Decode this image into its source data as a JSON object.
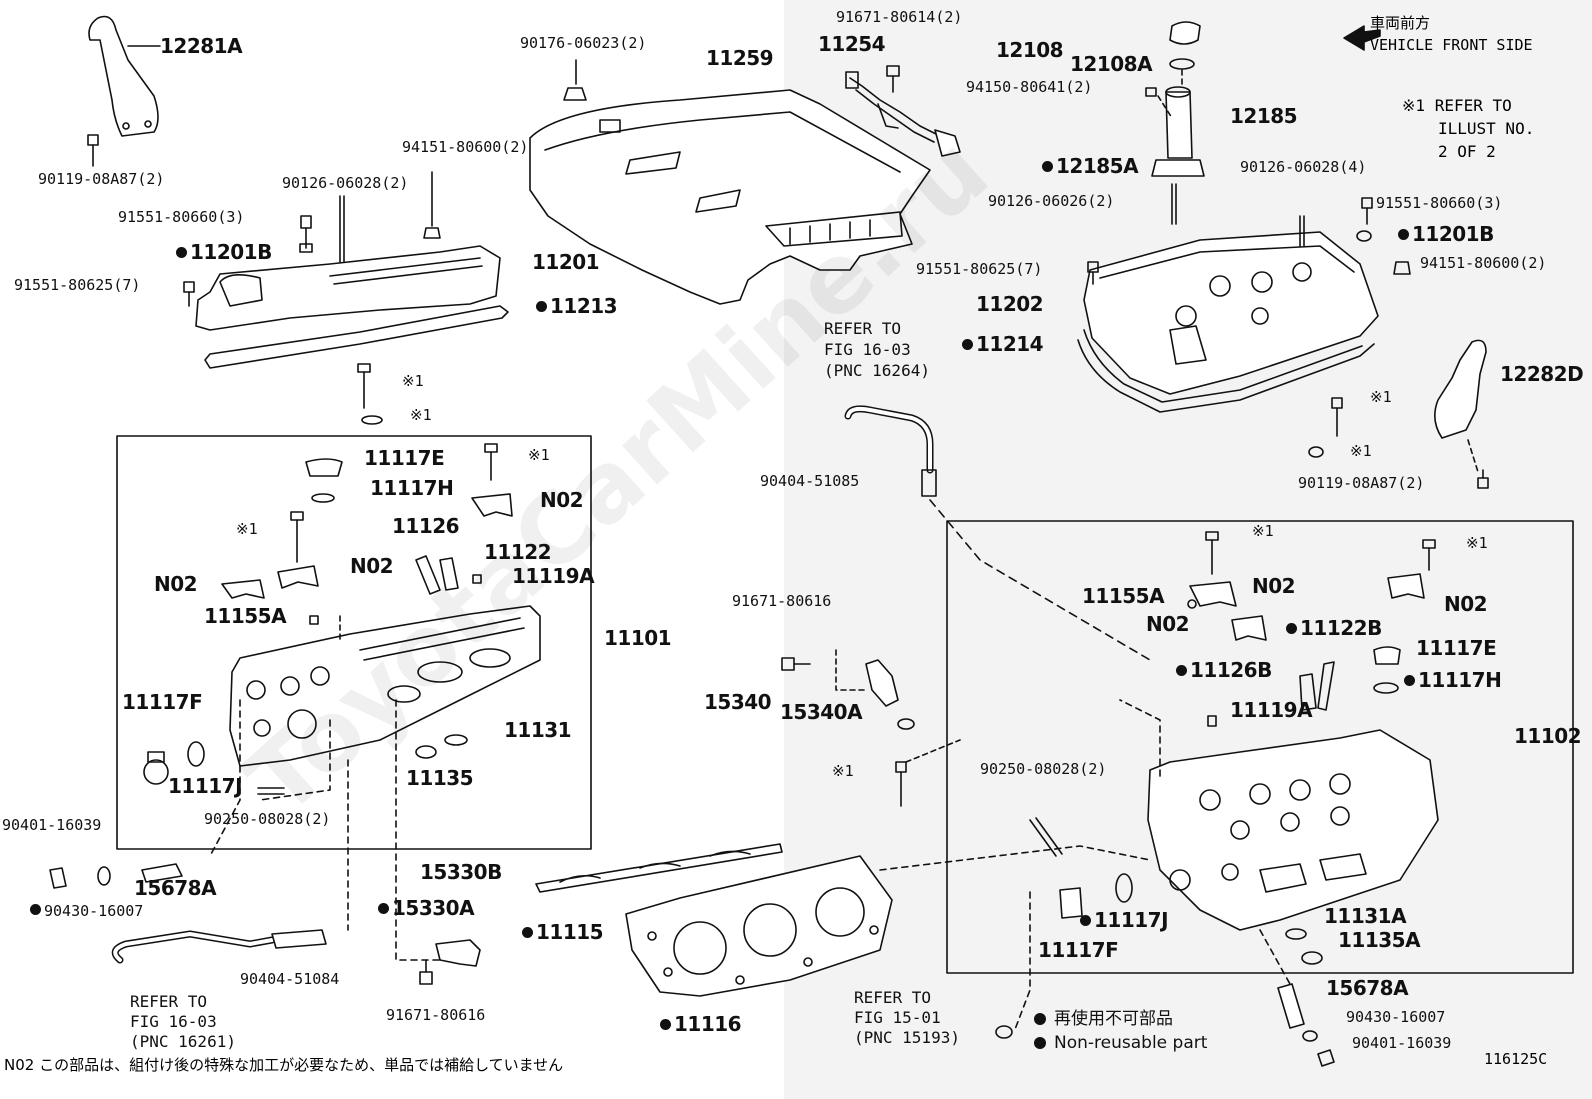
{
  "direction": {
    "label_jp": "車両前方",
    "label_en": "VEHICLE FRONT SIDE"
  },
  "refer_note": {
    "mark": "※1",
    "lines": [
      "REFER TO",
      "ILLUST NO.",
      "2 OF 2"
    ]
  },
  "refs": {
    "fig_16_03_a": [
      "REFER TO",
      "FIG 16-03",
      "(PNC 16264)"
    ],
    "fig_16_03_b": [
      "REFER TO",
      "FIG 16-03",
      "(PNC 16261)"
    ],
    "fig_15_01": [
      "REFER TO",
      "FIG 15-01",
      "(PNC 15193)"
    ]
  },
  "legend": {
    "nonreusable_jp": "再使用不可部品",
    "nonreusable_en": "Non-reusable part"
  },
  "footnote": "N02  この部品は、組付け後の特殊な加工が必要なため、単品では補給していません",
  "figure_code": "116125C",
  "watermark": "ToyotaCarMine.ru",
  "labels": [
    {
      "id": "12281A",
      "text": "12281A",
      "nonreusable": false
    },
    {
      "id": "90119-08A87-L",
      "text": "90119-08A87(2)",
      "nonreusable": false
    },
    {
      "id": "90176-06023",
      "text": "90176-06023(2)",
      "nonreusable": false
    },
    {
      "id": "11259",
      "text": "11259",
      "nonreusable": false
    },
    {
      "id": "91671-80614",
      "text": "91671-80614(2)",
      "nonreusable": false
    },
    {
      "id": "11254",
      "text": "11254",
      "nonreusable": false
    },
    {
      "id": "12108",
      "text": "12108",
      "nonreusable": false
    },
    {
      "id": "12108A",
      "text": "12108A",
      "nonreusable": false
    },
    {
      "id": "94150-80641",
      "text": "94150-80641(2)",
      "nonreusable": false
    },
    {
      "id": "12185",
      "text": "12185",
      "nonreusable": false
    },
    {
      "id": "12185A",
      "text": "12185A",
      "nonreusable": true
    },
    {
      "id": "90126-06026",
      "text": "90126-06026(2)",
      "nonreusable": false
    },
    {
      "id": "90126-06028-R",
      "text": "90126-06028(4)",
      "nonreusable": false
    },
    {
      "id": "91551-80660-R",
      "text": "91551-80660(3)",
      "nonreusable": false
    },
    {
      "id": "11201B-R",
      "text": "11201B",
      "nonreusable": true
    },
    {
      "id": "94151-80600-R",
      "text": "94151-80600(2)",
      "nonreusable": false
    },
    {
      "id": "91551-80625-R",
      "text": "91551-80625(7)",
      "nonreusable": false
    },
    {
      "id": "11202",
      "text": "11202",
      "nonreusable": false
    },
    {
      "id": "11214",
      "text": "11214",
      "nonreusable": true
    },
    {
      "id": "12282D",
      "text": "12282D",
      "nonreusable": false
    },
    {
      "id": "mark1-r-a",
      "text": "※1",
      "nonreusable": false
    },
    {
      "id": "mark1-r-b",
      "text": "※1",
      "nonreusable": false
    },
    {
      "id": "90119-08A87-R",
      "text": "90119-08A87(2)",
      "nonreusable": false
    },
    {
      "id": "94151-80600-L",
      "text": "94151-80600(2)",
      "nonreusable": false
    },
    {
      "id": "90126-06028-L",
      "text": "90126-06028(2)",
      "nonreusable": false
    },
    {
      "id": "91551-80660-L",
      "text": "91551-80660(3)",
      "nonreusable": false
    },
    {
      "id": "11201B-L",
      "text": "11201B",
      "nonreusable": true
    },
    {
      "id": "11201",
      "text": "11201",
      "nonreusable": false
    },
    {
      "id": "91551-80625-L",
      "text": "91551-80625(7)",
      "nonreusable": false
    },
    {
      "id": "11213",
      "text": "11213",
      "nonreusable": true
    },
    {
      "id": "mark1-l-a",
      "text": "※1",
      "nonreusable": false
    },
    {
      "id": "mark1-l-b",
      "text": "※1",
      "nonreusable": false
    },
    {
      "id": "11117E-L",
      "text": "11117E",
      "nonreusable": false
    },
    {
      "id": "11117H-L",
      "text": "11117H",
      "nonreusable": false
    },
    {
      "id": "mark1-l-c",
      "text": "※1",
      "nonreusable": false
    },
    {
      "id": "N02-L1",
      "text": "N02",
      "nonreusable": false
    },
    {
      "id": "mark1-l-d",
      "text": "※1",
      "nonreusable": false
    },
    {
      "id": "11126",
      "text": "11126",
      "nonreusable": false
    },
    {
      "id": "11122",
      "text": "11122",
      "nonreusable": false
    },
    {
      "id": "N02-L2",
      "text": "N02",
      "nonreusable": false
    },
    {
      "id": "N02-L3",
      "text": "N02",
      "nonreusable": false
    },
    {
      "id": "11119A-L",
      "text": "11119A",
      "nonreusable": false
    },
    {
      "id": "11155A-L",
      "text": "11155A",
      "nonreusable": false
    },
    {
      "id": "11101",
      "text": "11101",
      "nonreusable": false
    },
    {
      "id": "11117F-L",
      "text": "11117F",
      "nonreusable": false
    },
    {
      "id": "11131",
      "text": "11131",
      "nonreusable": false
    },
    {
      "id": "11135",
      "text": "11135",
      "nonreusable": false
    },
    {
      "id": "11117J-L",
      "text": "11117J",
      "nonreusable": false
    },
    {
      "id": "90250-08028-L",
      "text": "90250-08028(2)",
      "nonreusable": false
    },
    {
      "id": "90401-16039-L",
      "text": "90401-16039",
      "nonreusable": false
    },
    {
      "id": "15678A-L",
      "text": "15678A",
      "nonreusable": false
    },
    {
      "id": "90430-16007-L",
      "text": "90430-16007",
      "nonreusable": true
    },
    {
      "id": "90404-51084",
      "text": "90404-51084",
      "nonreusable": false
    },
    {
      "id": "15330B",
      "text": "15330B",
      "nonreusable": false
    },
    {
      "id": "15330A",
      "text": "15330A",
      "nonreusable": true
    },
    {
      "id": "91671-80616-B",
      "text": "91671-80616",
      "nonreusable": false
    },
    {
      "id": "11115",
      "text": "11115",
      "nonreusable": true
    },
    {
      "id": "11116",
      "text": "11116",
      "nonreusable": true
    },
    {
      "id": "90404-51085",
      "text": "90404-51085",
      "nonreusable": false
    },
    {
      "id": "91671-80616-T",
      "text": "91671-80616",
      "nonreusable": false
    },
    {
      "id": "15340",
      "text": "15340",
      "nonreusable": false
    },
    {
      "id": "15340A",
      "text": "15340A",
      "nonreusable": false
    },
    {
      "id": "mark1-m",
      "text": "※1",
      "nonreusable": false
    },
    {
      "id": "mark1-r-c",
      "text": "※1",
      "nonreusable": false
    },
    {
      "id": "mark1-r-d",
      "text": "※1",
      "nonreusable": false
    },
    {
      "id": "11155A-R",
      "text": "11155A",
      "nonreusable": false
    },
    {
      "id": "N02-R1",
      "text": "N02",
      "nonreusable": false
    },
    {
      "id": "N02-R2",
      "text": "N02",
      "nonreusable": false
    },
    {
      "id": "N02-R3",
      "text": "N02",
      "nonreusable": false
    },
    {
      "id": "11122B",
      "text": "11122B",
      "nonreusable": true
    },
    {
      "id": "11117E-R",
      "text": "11117E",
      "nonreusable": false
    },
    {
      "id": "11126B",
      "text": "11126B",
      "nonreusable": true
    },
    {
      "id": "11117H-R",
      "text": "11117H",
      "nonreusable": true
    },
    {
      "id": "11119A-R",
      "text": "11119A",
      "nonreusable": false
    },
    {
      "id": "11102",
      "text": "11102",
      "nonreusable": false
    },
    {
      "id": "90250-08028-R",
      "text": "90250-08028(2)",
      "nonreusable": false
    },
    {
      "id": "11117J-R",
      "text": "11117J",
      "nonreusable": true
    },
    {
      "id": "11117F-R",
      "text": "11117F",
      "nonreusable": false
    },
    {
      "id": "11131A",
      "text": "11131A",
      "nonreusable": false
    },
    {
      "id": "11135A",
      "text": "11135A",
      "nonreusable": false
    },
    {
      "id": "15678A-R",
      "text": "15678A",
      "nonreusable": false
    },
    {
      "id": "90430-16007-R",
      "text": "90430-16007",
      "nonreusable": false
    },
    {
      "id": "90401-16039-R",
      "text": "90401-16039",
      "nonreusable": false
    }
  ]
}
